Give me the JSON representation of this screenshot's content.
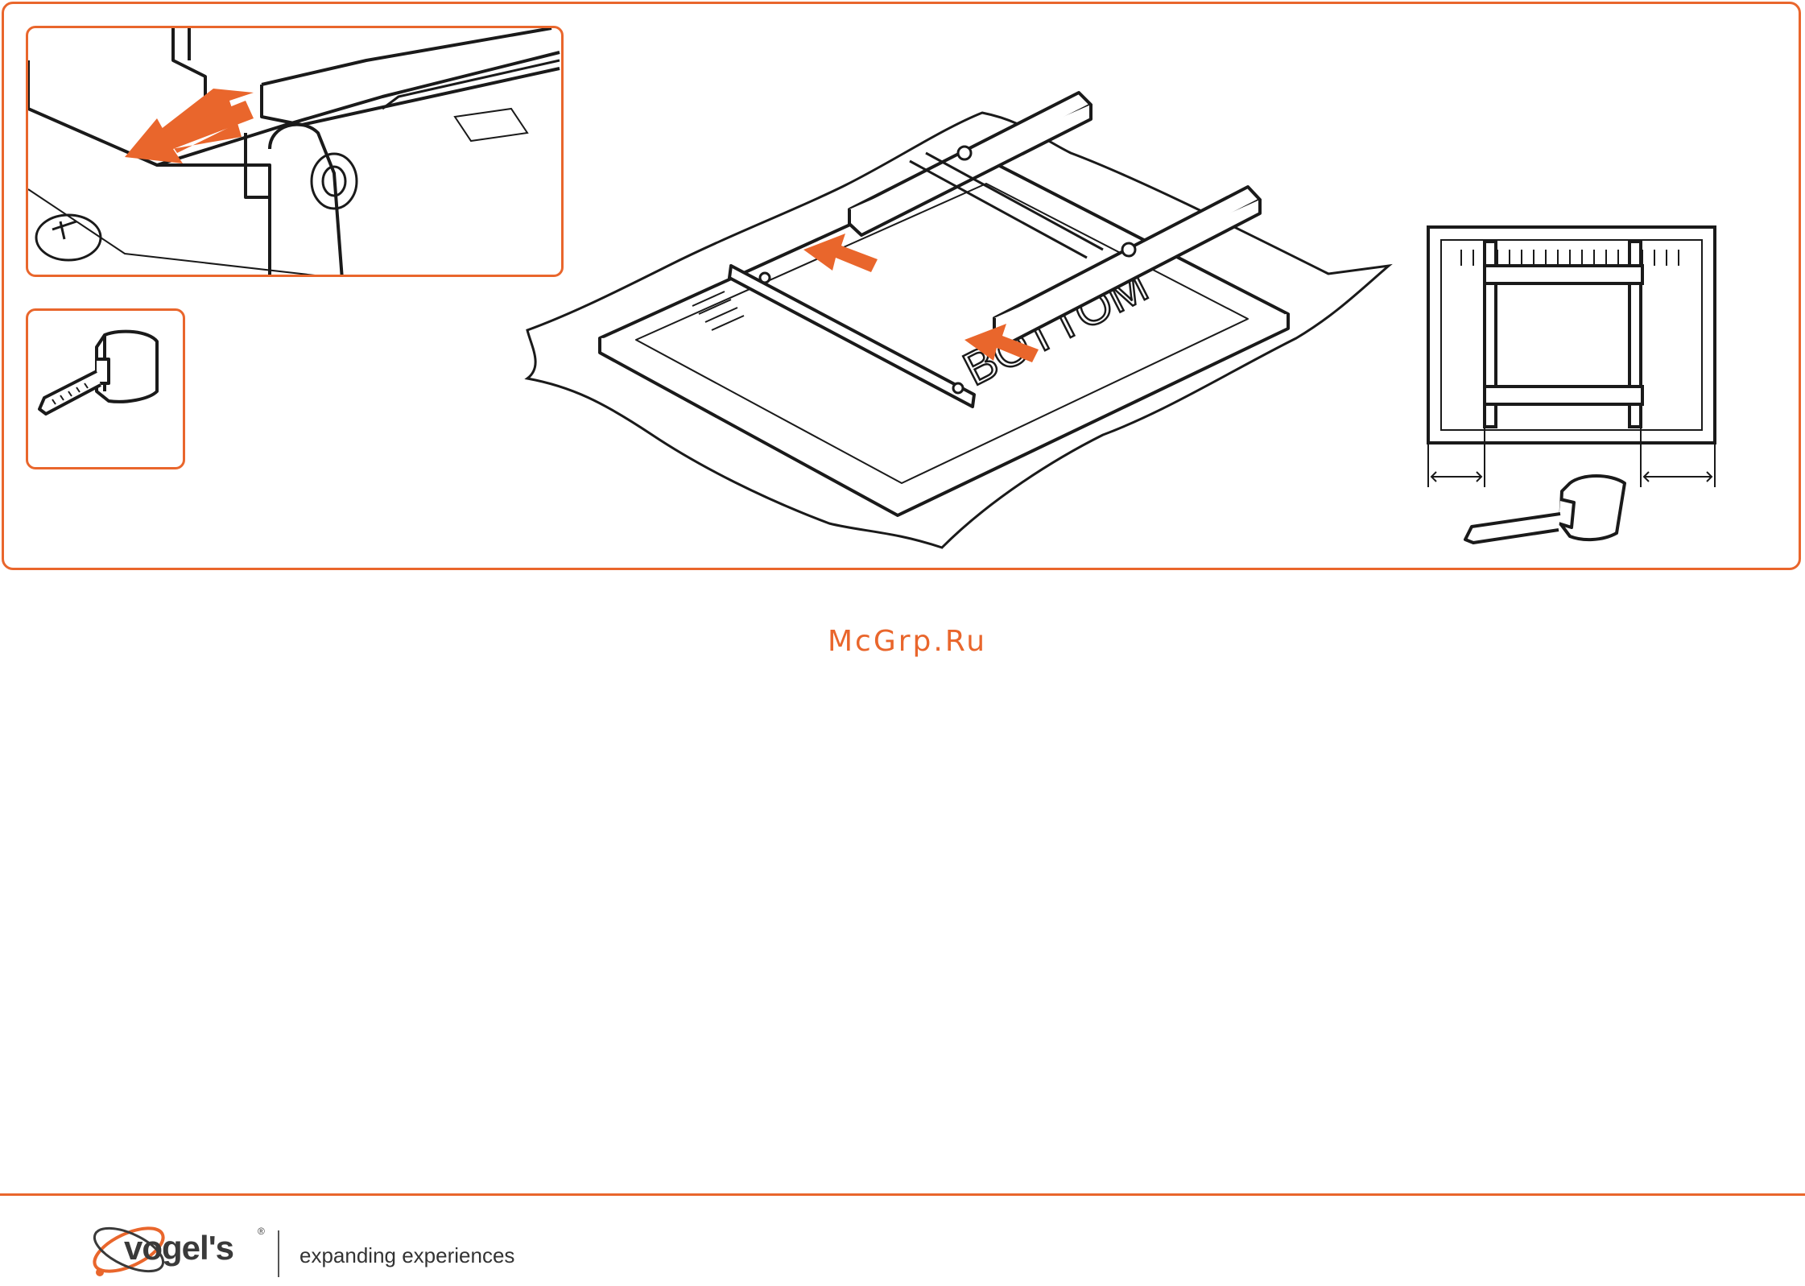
{
  "main_figure": {
    "label": "BOTTOM"
  },
  "watermark": "McGrp.Ru",
  "footer": {
    "brand": "vogel's",
    "registered": "®",
    "tagline": "expanding experiences"
  },
  "colors": {
    "accent": "#e9662c",
    "line": "#1a1a1a"
  },
  "icons": [
    "tape-measure-icon",
    "orange-arrow-icon",
    "vogels-logo-icon"
  ]
}
